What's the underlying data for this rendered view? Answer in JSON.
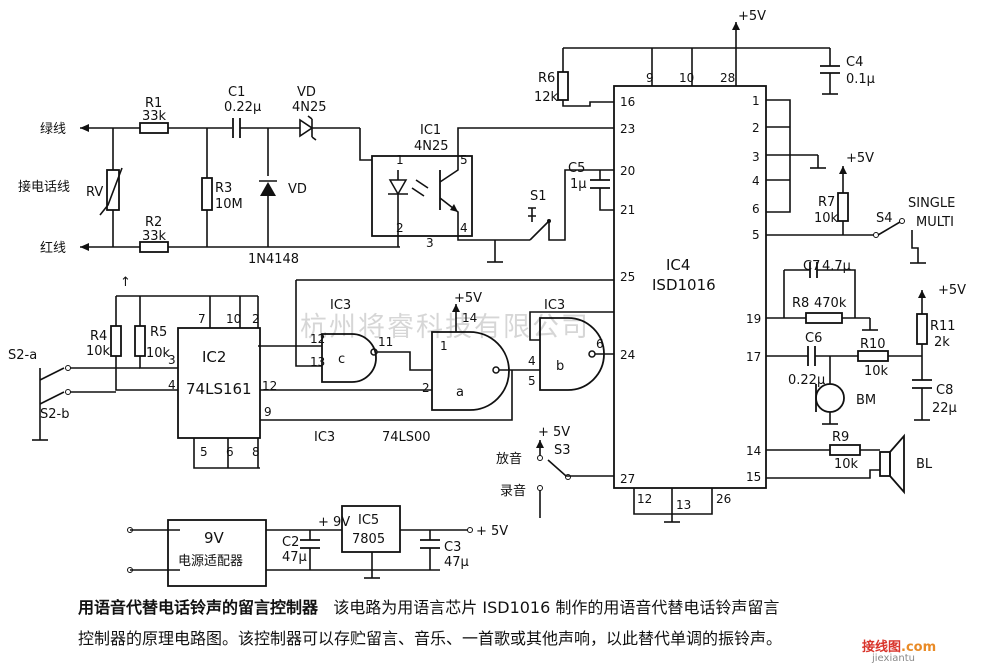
{
  "circuit": {
    "power": {
      "vcc_top": "+5V",
      "vcc_r7": "+5V",
      "vcc_r11": "+5V",
      "vcc_ic3a": "+5V",
      "vcc_s3": "+ 5V",
      "out_5v": "+ 5V",
      "mid_9v": "+ 9V"
    },
    "lines": {
      "green": "绿线",
      "red": "红线",
      "phone": "接电话线"
    },
    "components": {
      "R1": {
        "name": "R1",
        "value": "33k"
      },
      "R2": {
        "name": "R2",
        "value": "33k"
      },
      "R3": {
        "name": "R3",
        "value": "10M"
      },
      "RV": {
        "name": "RV"
      },
      "C1": {
        "name": "C1",
        "value": "0.22μ"
      },
      "VD_top": {
        "name": "VD",
        "value": "4N25"
      },
      "VD_mid": {
        "name": "VD"
      },
      "diode_type": "1N4148",
      "IC1": {
        "name": "IC1",
        "type": "4N25",
        "pins": [
          "1",
          "2",
          "3",
          "4",
          "5"
        ]
      },
      "R6": {
        "name": "R6",
        "value": "12k"
      },
      "C5": {
        "name": "C5",
        "value": "1μ"
      },
      "S1": {
        "name": "S1"
      },
      "C4": {
        "name": "C4",
        "value": "0.1μ"
      },
      "IC4": {
        "name": "IC4",
        "type": "ISD1016"
      },
      "R7": {
        "name": "R7",
        "value": "10k"
      },
      "S4": {
        "name": "S4",
        "single": "SINGLE",
        "multi": "MULTI"
      },
      "C7": {
        "name": "C7",
        "value": "4.7μ"
      },
      "R8": {
        "name": "R8",
        "value": "470k"
      },
      "C6": {
        "name": "C6",
        "value": "0.22μ"
      },
      "R10": {
        "name": "R10",
        "value": "10k"
      },
      "R11": {
        "name": "R11",
        "value": "2k"
      },
      "C8": {
        "name": "C8",
        "value": "22μ"
      },
      "BM": {
        "name": "BM"
      },
      "R9": {
        "name": "R9",
        "value": "10k"
      },
      "BL": {
        "name": "BL"
      },
      "R4": {
        "name": "R4",
        "value": "10k"
      },
      "R5": {
        "name": "R5",
        "value": "10k"
      },
      "S2a": {
        "name": "S2-a"
      },
      "S2b": {
        "name": "S2-b"
      },
      "IC2": {
        "name": "IC2",
        "type": "74LS161"
      },
      "IC3": {
        "name": "IC3",
        "type": "74LS00",
        "gates": [
          "c",
          "a",
          "b"
        ]
      },
      "S3": {
        "name": "S3",
        "play": "放音",
        "record": "录音"
      },
      "adapter": {
        "line1": "9V",
        "line2": "电源适配器"
      },
      "C2": {
        "name": "C2",
        "value": "47μ"
      },
      "IC5": {
        "name": "IC5",
        "type": "7805"
      },
      "C3": {
        "name": "C3",
        "value": "47μ"
      }
    },
    "ic4_pins_left": [
      "16",
      "23",
      "20",
      "21",
      "25",
      "24",
      "27"
    ],
    "ic4_pins_top": [
      "9",
      "10",
      "28"
    ],
    "ic4_pins_right": [
      "1",
      "2",
      "3",
      "4",
      "6",
      "5",
      "19",
      "17",
      "14",
      "15"
    ],
    "ic4_pins_bottom": [
      "12",
      "13",
      "26"
    ],
    "ic2_pins": [
      "7",
      "10",
      "2",
      "3",
      "4",
      "12",
      "9",
      "5",
      "6",
      "8"
    ],
    "ic3_pins": [
      "12",
      "13",
      "11",
      "14",
      "1",
      "2",
      "4",
      "5",
      "6"
    ]
  },
  "watermark": "杭州将睿科技有限公司",
  "caption": {
    "title": "用语音代替电话铃声的留言控制器",
    "line1": "该电路为用语言芯片 ISD1016 制作的用语音代替电话铃声留言",
    "line2": "控制器的原理电路图。该控制器可以存贮留言、音乐、一首歌或其他声响，以此替代单调的振铃声。"
  },
  "logo": {
    "brand": "接线图",
    "domain": ".com",
    "site": "jiexiantu"
  }
}
